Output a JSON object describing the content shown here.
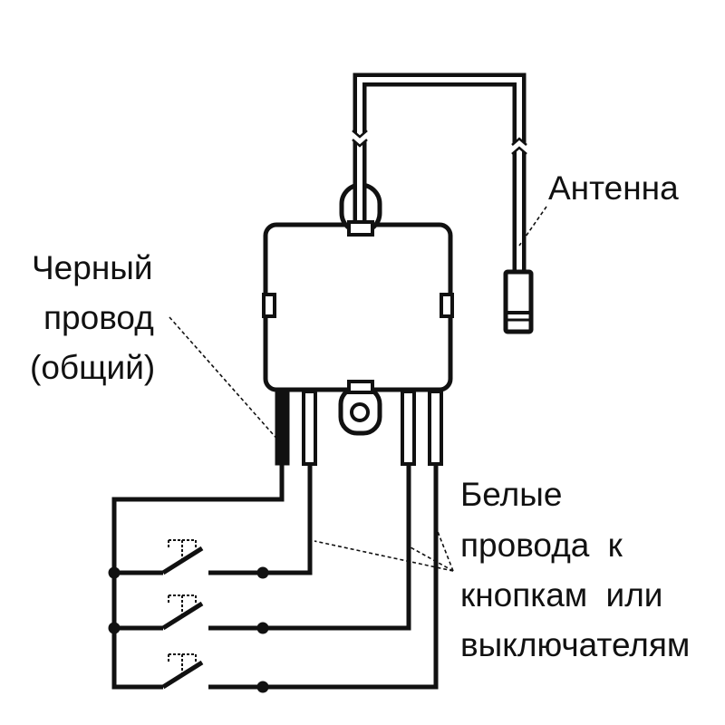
{
  "labels": {
    "antenna": "Антенна",
    "black_wire": [
      "Черный",
      "провод",
      "(общий)"
    ],
    "white_wires": [
      "Белые",
      "провода к",
      "кнопкам или",
      "выключателям"
    ]
  },
  "colors": {
    "line": "#111111",
    "background": "#ffffff"
  }
}
